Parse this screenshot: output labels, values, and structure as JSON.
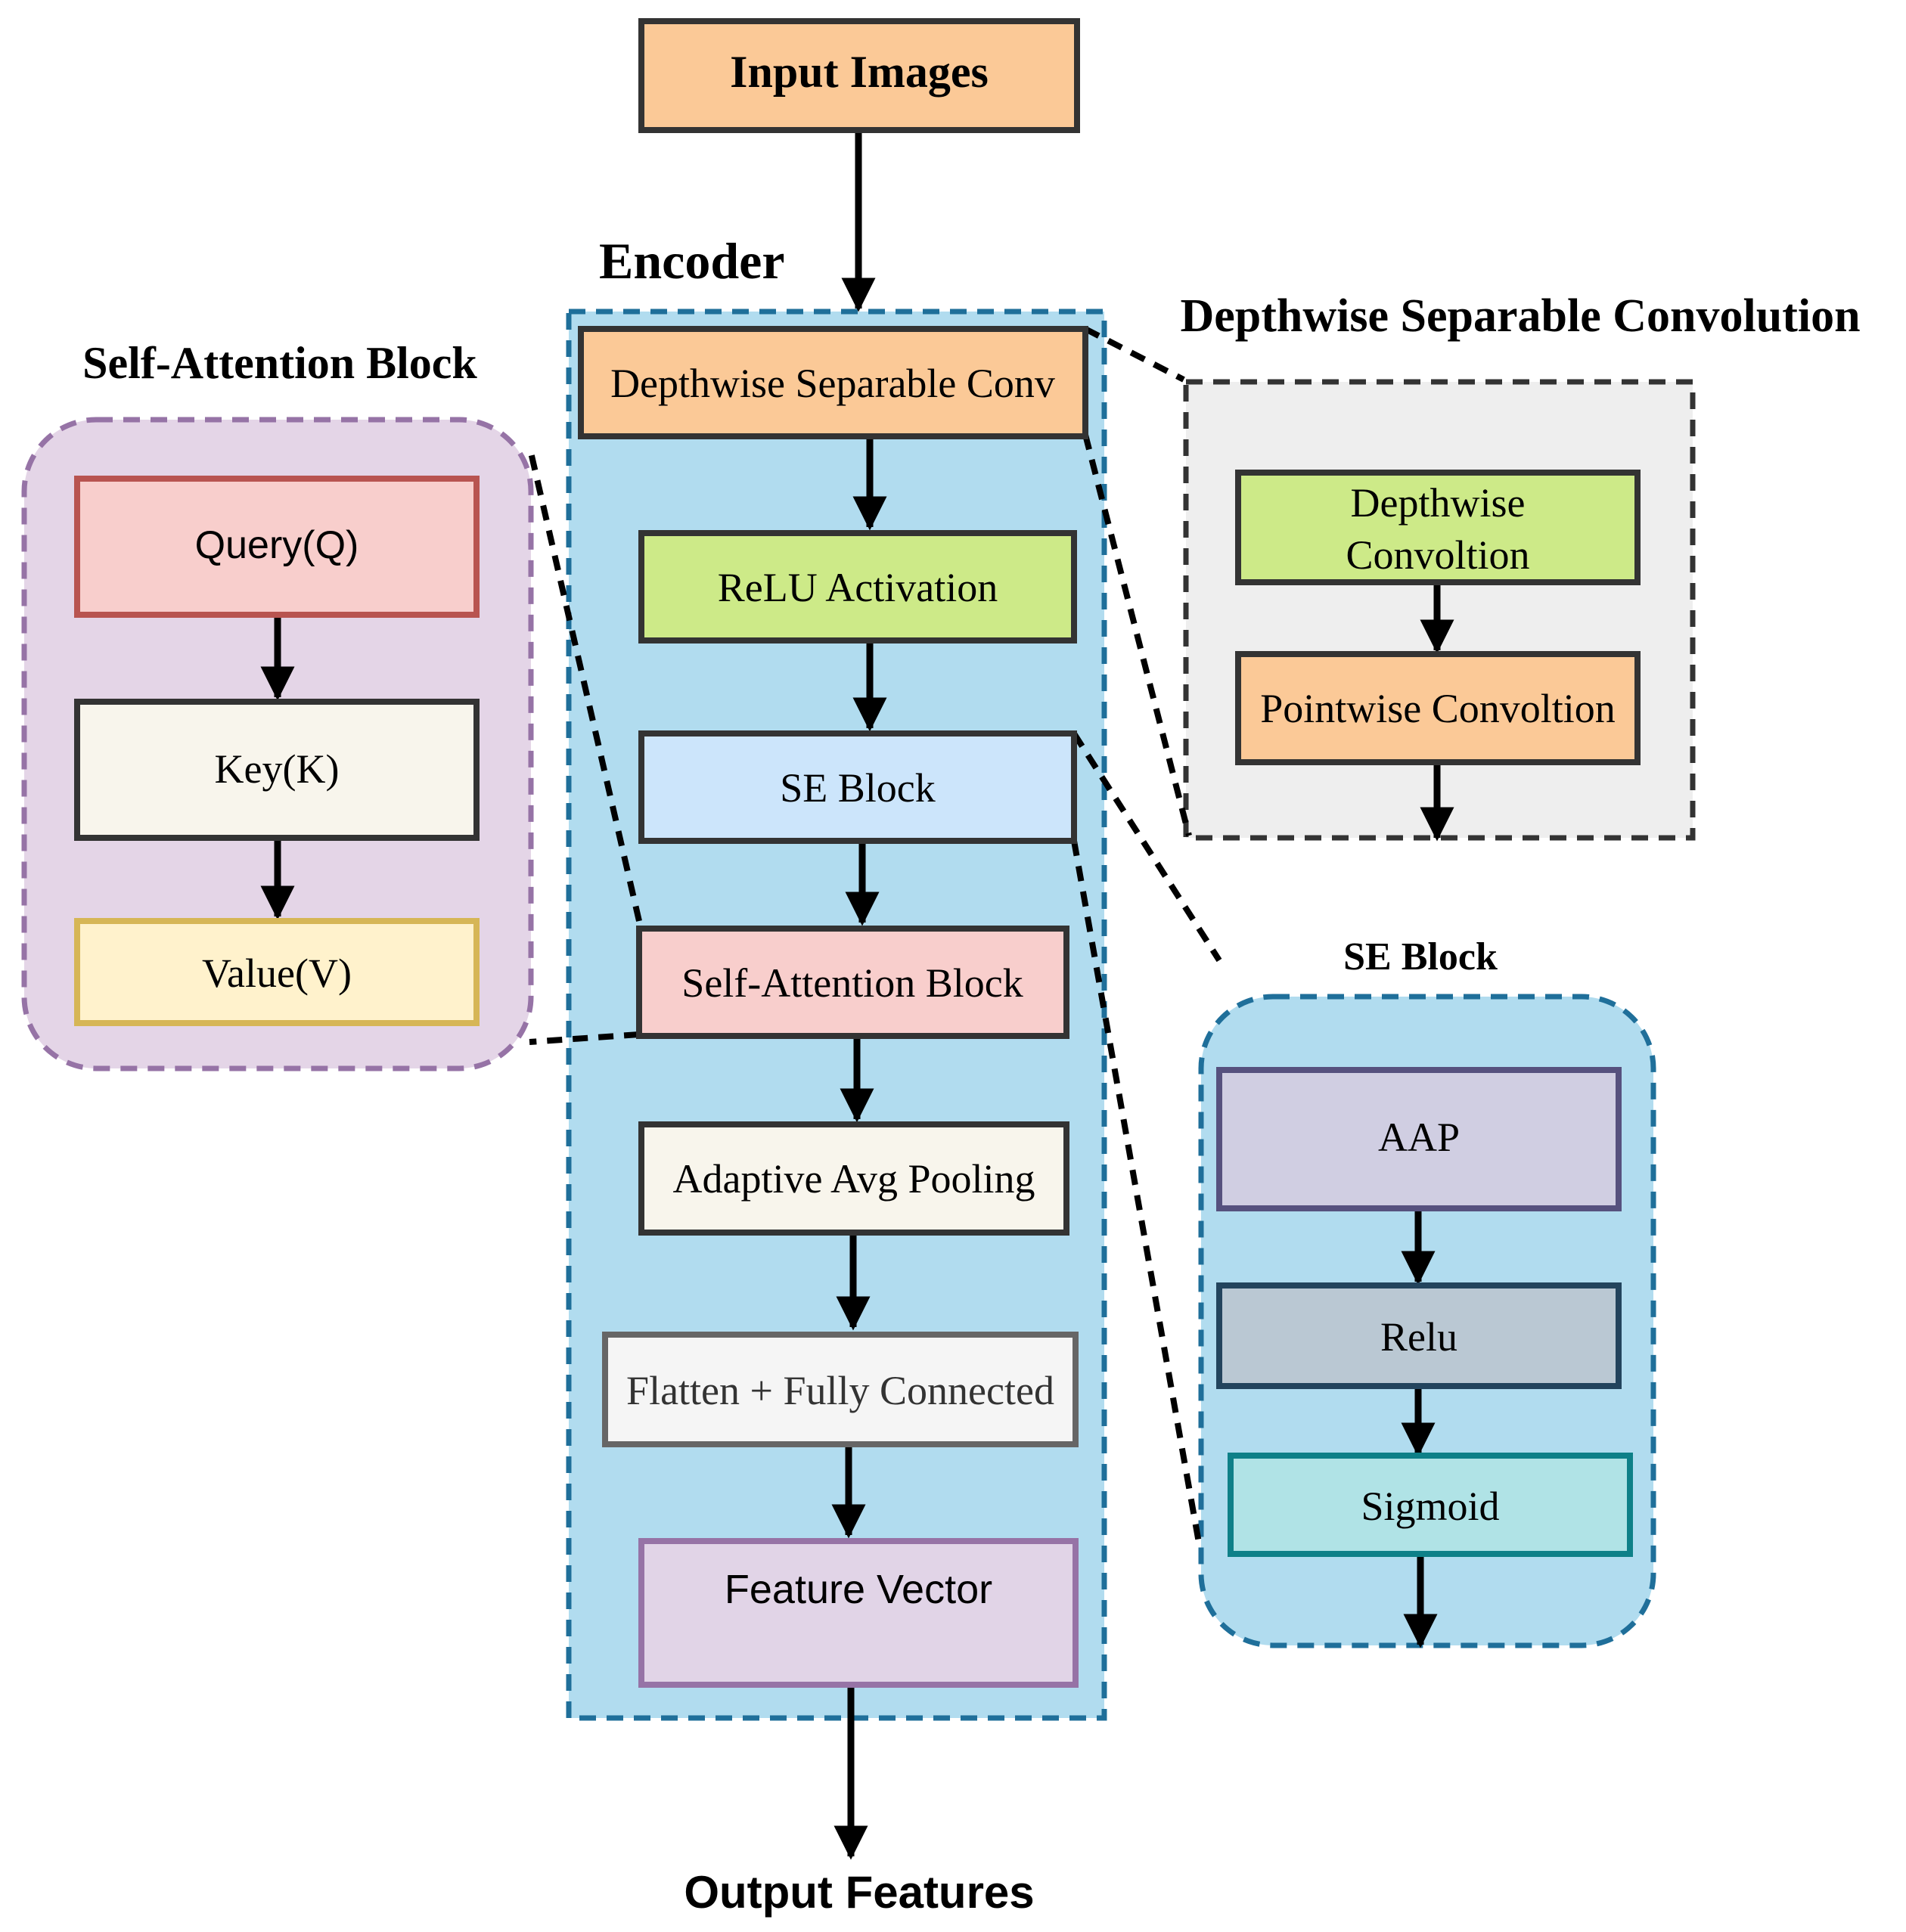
{
  "input": {
    "label": "Input Images"
  },
  "output": {
    "label": "Output Features"
  },
  "encoder": {
    "title": "Encoder",
    "blocks": [
      {
        "label": "Depthwise Separable Conv"
      },
      {
        "label": "ReLU Activation"
      },
      {
        "label": "SE Block"
      },
      {
        "label": "Self-Attention Block"
      },
      {
        "label": "Adaptive Avg Pooling"
      },
      {
        "label": "Flatten + Fully Connected"
      },
      {
        "label": "Feature Vector"
      }
    ]
  },
  "self_attention": {
    "title": "Self-Attention Block",
    "blocks": [
      {
        "label": "Query(Q)"
      },
      {
        "label": "Key(K)"
      },
      {
        "label": "Value(V)"
      }
    ]
  },
  "depthwise": {
    "title": "Depthwise Separable Convolution",
    "blocks": [
      {
        "label_line1": "Depthwise",
        "label_line2": "Convoltion"
      },
      {
        "label": "Pointwise Convoltion"
      }
    ]
  },
  "se_block": {
    "title": "SE Block",
    "blocks": [
      {
        "label": "AAP"
      },
      {
        "label": "Relu"
      },
      {
        "label": "Sigmoid"
      }
    ]
  },
  "colors": {
    "orange_fill": "#FBC997",
    "green_fill": "#CDEA88",
    "lightblue_fill": "#CCE5FB",
    "pink_fill": "#F8CECC",
    "cream_fill": "#F8F5EC",
    "white_fill": "#F5F5F5",
    "lavender_fill": "#E1D4E7",
    "encoder_bg": "#B1DCEF",
    "encoder_border": "#1F6F9A",
    "attention_bg": "#E4D5E7",
    "attention_border": "#9673A6",
    "depthwise_bg": "#EEEEEE",
    "se_bg": "#B1DCEF"
  }
}
